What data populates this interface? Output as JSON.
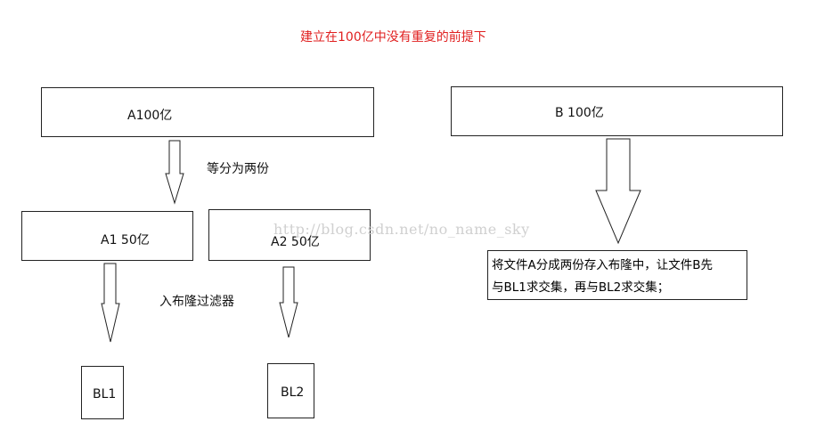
{
  "title": "建立在100亿中没有重复的前提下",
  "watermark": "http://blog.csdn.net/no_name_sky",
  "nodes": {
    "a100": "A100亿",
    "b100": "B 100亿",
    "a1": "A1 50亿",
    "a2": "A2 50亿",
    "bl1": "BL1",
    "bl2": "BL2"
  },
  "edge_labels": {
    "split": "等分为两份",
    "into_bloom": "入布隆过滤器"
  },
  "note": {
    "line1": "将文件A分成两份存入布隆中，让文件B先",
    "line2": "与BL1求交集，再与BL2求交集；"
  },
  "colors": {
    "title": "#e02020",
    "stroke": "#222222",
    "watermark": "#d0d0d0"
  }
}
